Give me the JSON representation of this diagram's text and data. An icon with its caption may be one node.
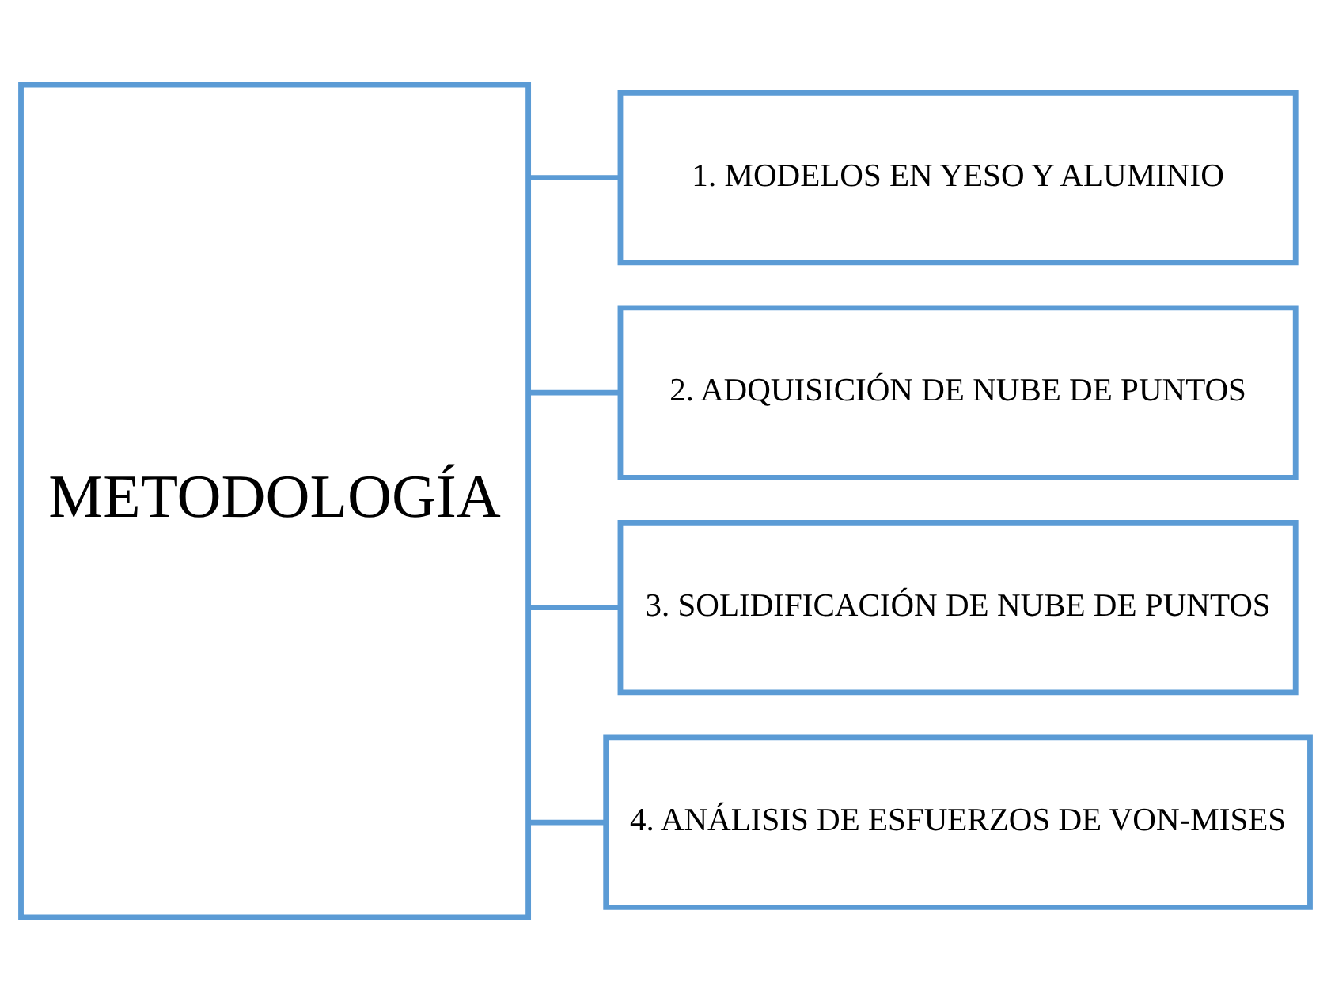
{
  "diagram": {
    "nodes": [
      {
        "text": [
          "METODOLOGÍA"
        ]
      },
      {
        "text": [
          "1. MODELOS EN YESO Y ALUMINIO"
        ]
      },
      {
        "text": [
          "2. ADQUISICIÓN DE NUBE DE PUNTOS"
        ]
      },
      {
        "text": [
          "3. SOLIDIFICACIÓN DE NUBE DE PUNTOS"
        ]
      },
      {
        "text": [
          "4. ANÁLISIS DE ESFUERZOS DE VON-MISES"
        ]
      }
    ],
    "edges": [
      {
        "from": 0,
        "to": 1,
        "arrow": "none"
      },
      {
        "from": 0,
        "to": 2,
        "arrow": "none"
      },
      {
        "from": 0,
        "to": 3,
        "arrow": "none"
      },
      {
        "from": 0,
        "to": 4,
        "arrow": "none"
      }
    ]
  }
}
